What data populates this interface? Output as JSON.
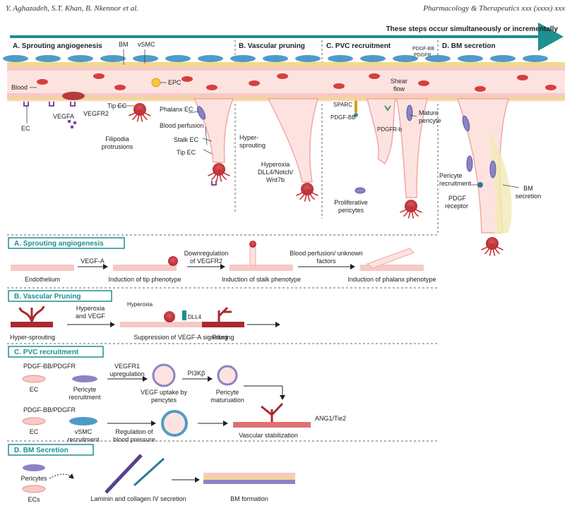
{
  "header": {
    "authors": "Y. Aghazadeh, S.T. Khan, B. Nkennor et al.",
    "journal": "Pharmacology & Therapeutics xxx (xxxx) xxx"
  },
  "top_arrow_text": "These steps occur simultaneously or incrementally",
  "top_panels": {
    "a_title": "A. Sprouting angiogenesis",
    "b_title": "B. Vascular pruning",
    "c_title": "C. PVC recruitment",
    "d_title": "D. BM secretion"
  },
  "top_labels": {
    "bm": "BM",
    "vsmc": "vSMC",
    "blood": "Blood",
    "epc": "EPC",
    "ec": "EC",
    "vegfa": "VEGFA",
    "vegfr2": "VEGFR2",
    "tip_ec": "Tip EC",
    "phalanx_ec": "Phalanx EC",
    "blood_perfusion": "Blood perfusion",
    "filipodia_1": "Filipodia",
    "filipodia_2": "protrusions",
    "stalk_ec": "Stalk EC",
    "tip_ec_2": "Tip EC",
    "hyper_1": "Hyper-",
    "hyper_2": "sprouting",
    "hyperoxia_1": "Hyperoxia",
    "hyperoxia_2": "DLL4/Notch/",
    "hyperoxia_3": "Wnt7b",
    "pdgfbb_pdgfr_1": "PDGF-BB",
    "pdgfbb_pdgfr_2": "PDGFR",
    "shear_1": "Shear",
    "shear_2": "flow",
    "sparc": "SPARC",
    "pdgf_bb": "PDGF-BB",
    "pdgfr_b": "PDGFR-b",
    "mature_1": "Mature",
    "mature_2": "pericyte",
    "prolif_1": "Proliferative",
    "prolif_2": "pericytes",
    "pericyte_rec_1": "Pericyte",
    "pericyte_rec_2": "recruitment",
    "pdgf_receptor_1": "PDGF",
    "pdgf_receptor_2": "receptor",
    "bm_secretion_1": "BM",
    "bm_secretion_2": "secretion"
  },
  "box_a": {
    "title": "A.  Sprouting angiogenesis",
    "vegf_a": "VEGF-A",
    "downreg_1": "Downregulation",
    "downreg_2": "of VEGFR2",
    "perfusion": "Blood perfusion/ unknown",
    "factors": "factors",
    "endothelium": "Endothelium",
    "tip": "Induction of tip phenotype",
    "stalk": "Induction of stalk phenotype",
    "phalanx": "Induction of phalanx phenotype"
  },
  "box_b": {
    "title": "B.  Vascular Pruning",
    "hyperoxia": "Hyperoxia",
    "hv_1": "Hyperoxia",
    "hv_2": "and VEGF",
    "dll4": "DLL4",
    "hyper_sprouting": "Hyper-sprouting",
    "suppression": "Suppression of VEGF-A signaling",
    "pruning": "Pruning"
  },
  "box_c": {
    "title": "C.  PVC recruitment",
    "pdgf_1": "PDGF-BB/PDGFR",
    "ec_1": "EC",
    "pericyte_rec_1": "Pericyte",
    "pericyte_rec_2": "recruitment",
    "vegfr1_1": "VEGFR1",
    "vegfr1_2": "upregulation",
    "uptake_1": "VEGF uptake by",
    "uptake_2": "pericytes",
    "pi3k": "PI3Kβ",
    "mat_1": "Pericyte",
    "mat_2": "maturuation",
    "pdgf_2": "PDGF-BB/PDGFR",
    "ec_2": "EC",
    "vsmc_1": "vSMC",
    "vsmc_2": "recruitment",
    "reg_1": "Regulation of",
    "reg_2": "blood pressure",
    "ang": "ANG1/Tie2",
    "stab": "Vascular stabilization"
  },
  "box_d": {
    "title": "D.  BM Secretion",
    "pericytes": "Pericytes",
    "ecs": "ECs",
    "laminin": "Laminin and collagen IV secretion",
    "bm_formation": "BM formation"
  },
  "colors": {
    "teal": "#1f8f8f",
    "endothelium": "#f6c9c6",
    "vessel": "#fde3e0",
    "bm": "#f2d98a",
    "rbc": "#d6403c",
    "smc": "#4e9bc9",
    "pericyte": "#8b84c4",
    "receptor": "#7a4d9e",
    "tip_cell": "#c6343a"
  }
}
